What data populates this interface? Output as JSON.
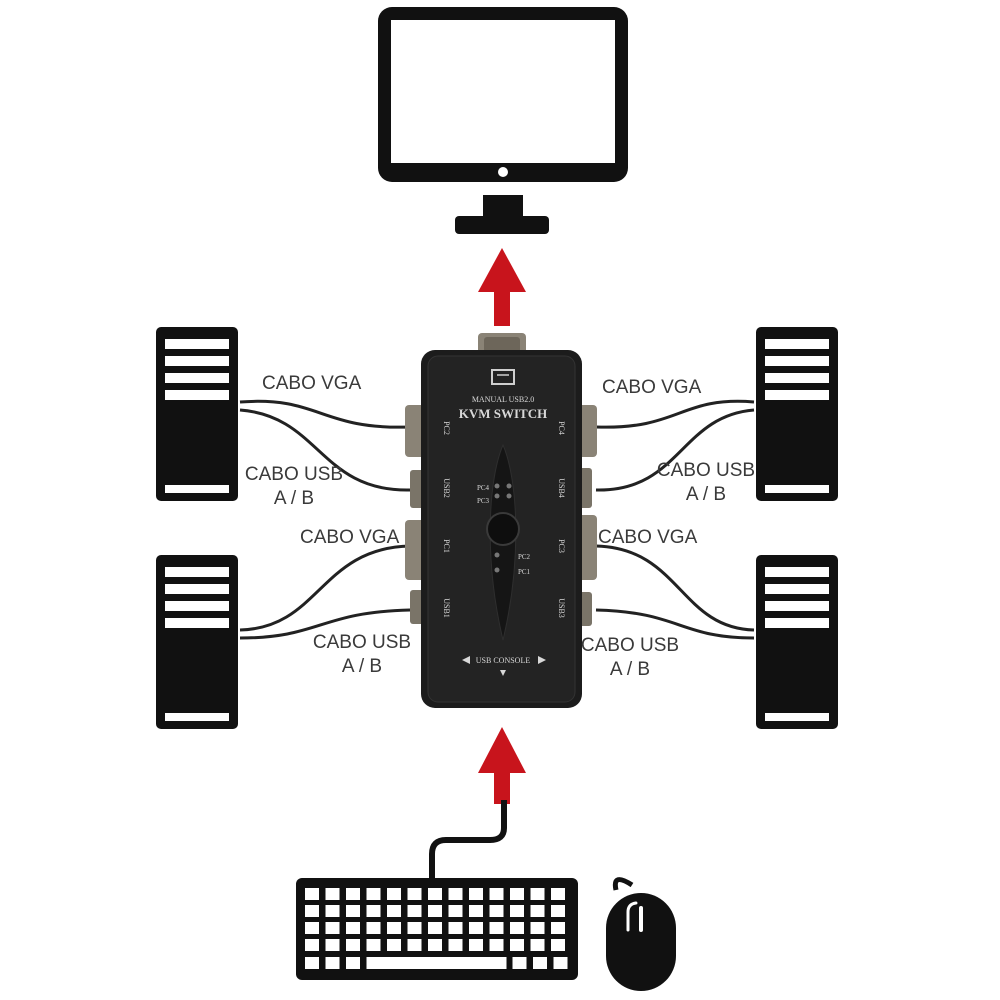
{
  "labels": {
    "left_top_vga": "CABO VGA",
    "left_top_usb": "CABO USB",
    "left_top_ab": "A / B",
    "left_bottom_vga": "CABO VGA",
    "left_bottom_usb": "CABO USB",
    "left_bottom_ab": "A / B",
    "right_top_vga": "CABO VGA",
    "right_top_usb": "CABO USB",
    "right_top_ab": "A / B",
    "right_bottom_vga": "CABO VGA",
    "right_bottom_usb": "CABO USB",
    "right_bottom_ab": "A / B"
  },
  "switch": {
    "model": "MANUAL USB2.0",
    "title": "KVM SWITCH",
    "console": "USB CONSOLE",
    "pc1": "PC1",
    "pc2": "PC2",
    "pc3": "PC3",
    "pc4": "PC4",
    "side_pc2": "PC2",
    "side_usb2": "USB2",
    "side_pc1": "PC1",
    "side_usb1": "USB1",
    "side_pc4": "PC4",
    "side_usb4": "USB4",
    "side_pc3": "PC3",
    "side_usb3": "USB3"
  },
  "colors": {
    "arrow": "#c8141c",
    "icon": "#111111",
    "switch_body": "#1c1c1c"
  }
}
